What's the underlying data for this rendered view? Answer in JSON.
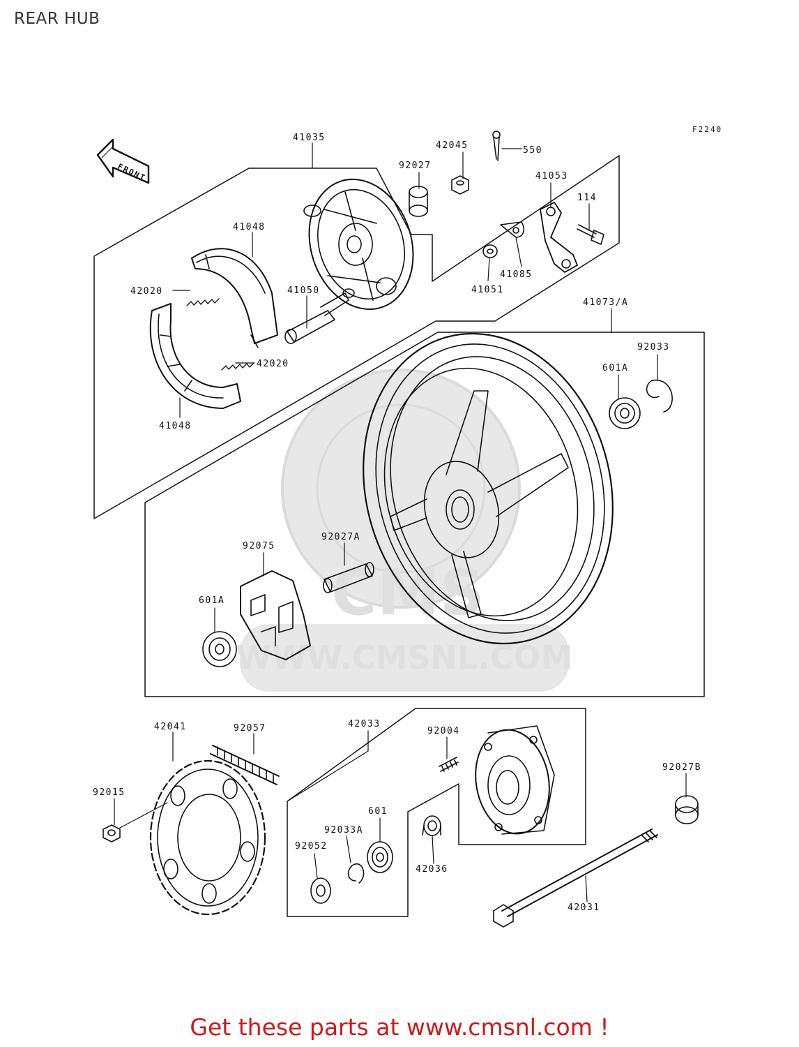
{
  "title": "REAR HUB",
  "diagram_code": "F2240",
  "front_label": "FRONT",
  "watermark": {
    "text": "WWW.CMSNL.COM",
    "logo": "CMS"
  },
  "footer": "Get these parts at www.cmsnl.com !",
  "callouts": [
    "41035",
    "42045",
    "550",
    "92027",
    "41053",
    "114",
    "41048",
    "42020",
    "41050",
    "41051",
    "41085",
    "41073/A",
    "92033",
    "601A",
    "42020",
    "41048",
    "92075",
    "92027A",
    "601A",
    "42041",
    "92057",
    "42033",
    "92004",
    "92027B",
    "92015",
    "601",
    "92033A",
    "92052",
    "42036",
    "42031"
  ]
}
